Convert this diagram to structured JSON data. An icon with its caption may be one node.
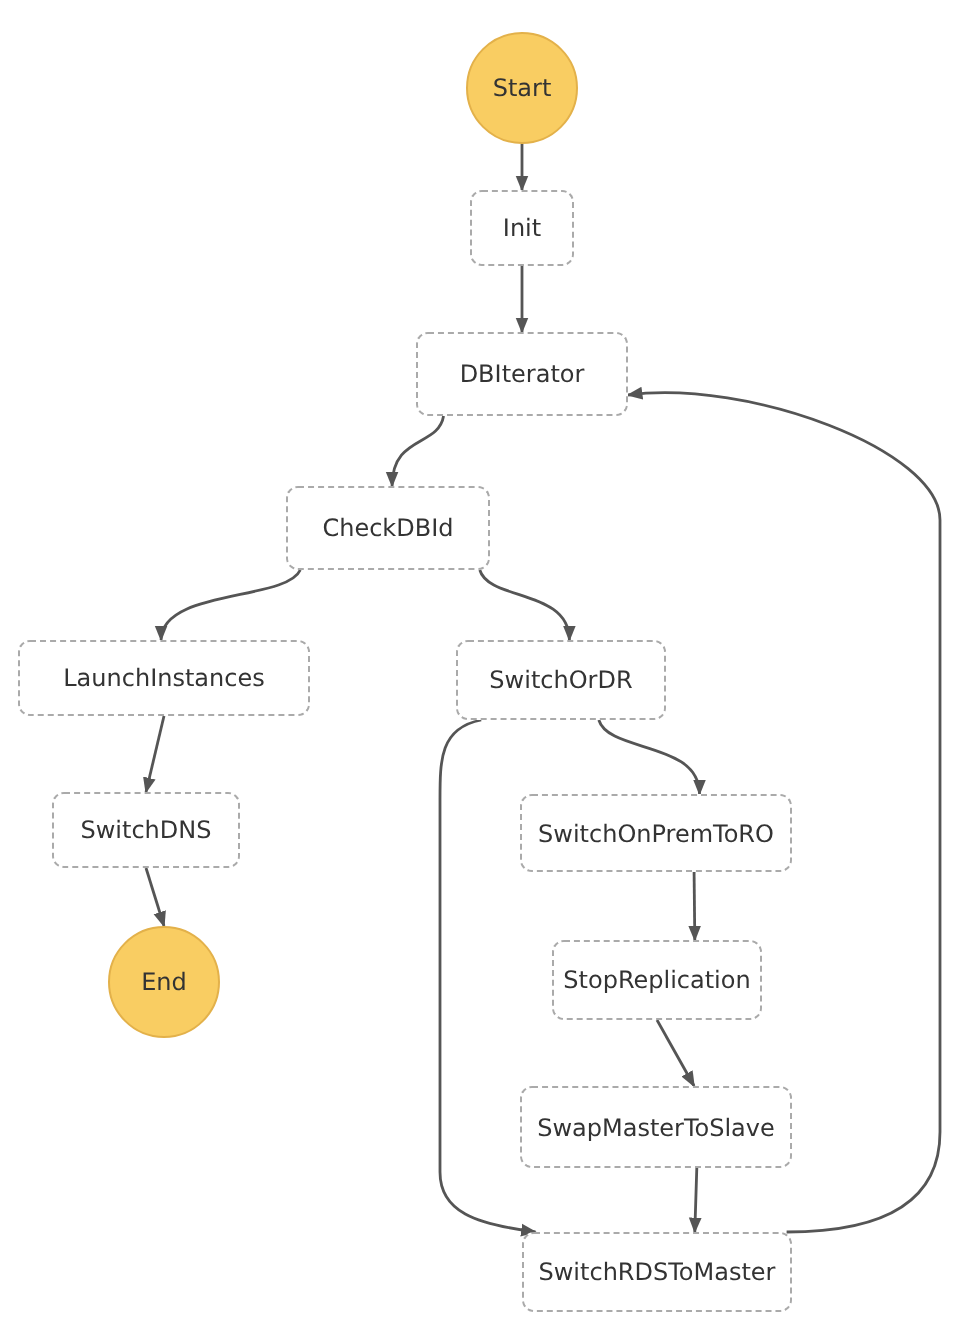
{
  "diagram": {
    "nodes": [
      {
        "text": [
          "Start"
        ]
      },
      {
        "text": [
          "Init"
        ]
      },
      {
        "text": [
          "DBIterator"
        ]
      },
      {
        "text": [
          "CheckDBId"
        ]
      },
      {
        "text": [
          "LaunchInstances"
        ]
      },
      {
        "text": [
          "SwitchOrDR"
        ]
      },
      {
        "text": [
          "SwitchDNS"
        ]
      },
      {
        "text": [
          "End"
        ]
      },
      {
        "text": [
          "SwitchOnPremToRO"
        ]
      },
      {
        "text": [
          "StopReplication"
        ]
      },
      {
        "text": [
          "SwapMasterToSlave"
        ]
      },
      {
        "text": [
          "SwitchRDSToMaster"
        ]
      }
    ],
    "edges": [
      {
        "from": 0,
        "to": 1,
        "arrow": "to"
      },
      {
        "from": 1,
        "to": 2,
        "arrow": "to"
      },
      {
        "from": 2,
        "to": 3,
        "arrow": "to"
      },
      {
        "from": 3,
        "to": 4,
        "arrow": "to"
      },
      {
        "from": 3,
        "to": 5,
        "arrow": "to"
      },
      {
        "from": 4,
        "to": 6,
        "arrow": "to"
      },
      {
        "from": 6,
        "to": 7,
        "arrow": "to"
      },
      {
        "from": 5,
        "to": 8,
        "arrow": "to"
      },
      {
        "from": 5,
        "to": 11,
        "arrow": "to"
      },
      {
        "from": 8,
        "to": 9,
        "arrow": "to"
      },
      {
        "from": 9,
        "to": 10,
        "arrow": "to"
      },
      {
        "from": 10,
        "to": 11,
        "arrow": "to"
      },
      {
        "from": 11,
        "to": 2,
        "arrow": "to"
      }
    ]
  }
}
